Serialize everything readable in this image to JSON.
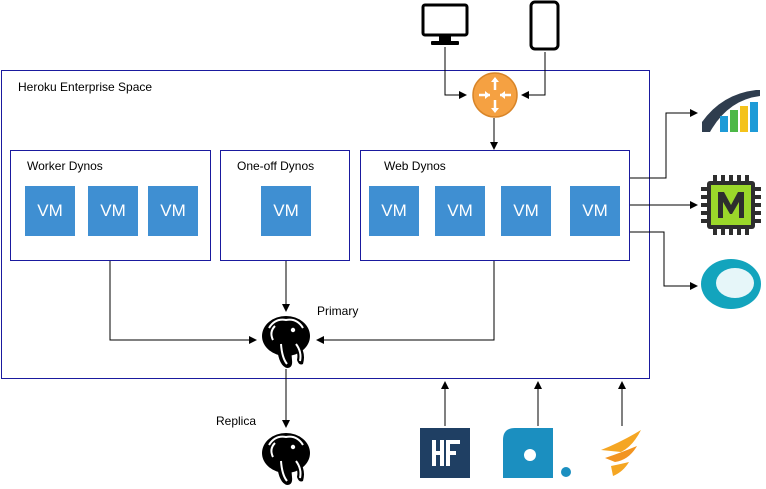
{
  "space": {
    "title": "Heroku Enterprise Space"
  },
  "groups": {
    "worker": {
      "title": "Worker Dynos",
      "vms": [
        "VM",
        "VM",
        "VM"
      ]
    },
    "oneoff": {
      "title": "One-off Dynos",
      "vms": [
        "VM"
      ]
    },
    "web": {
      "title": "Web Dynos",
      "vms": [
        "VM",
        "VM",
        "VM",
        "VM"
      ]
    }
  },
  "databases": {
    "primary": "Primary",
    "replica": "Replica"
  },
  "colors": {
    "border": "#1a1a9e",
    "vm": "#3f8fd2",
    "router": "#f5a142",
    "heroku_connect": "#1f3f63",
    "mongo_like": "#1b8fc0",
    "solarwinds": "#f5a623"
  },
  "icons": [
    "desktop-icon",
    "mobile-phone-icon",
    "router-icon",
    "postgres-elephant-icon",
    "metrics-chart-icon",
    "memcachier-chip-icon",
    "ring-service-icon",
    "heroku-connect-icon",
    "data-service-icon",
    "solarwinds-icon"
  ]
}
